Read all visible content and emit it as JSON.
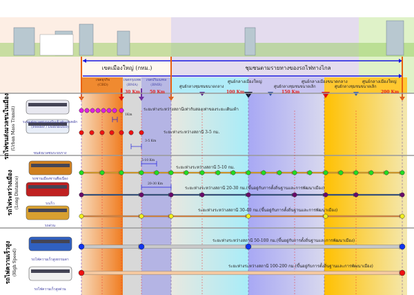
{
  "header": {
    "urban_zone": "เขตเมืองใหญ่ (กทม.)",
    "rural_zone": "ชุมชนตามรายทางของรถไฟทางไกล",
    "zones": [
      {
        "label": "เขตธุรกิจ",
        "sub": "(CBD)"
      },
      {
        "label": "เขตกรุงเทพ",
        "sub": "(BMA)"
      },
      {
        "label": "เขตปริมณฑล",
        "sub": "(BMR)"
      }
    ],
    "centers": [
      "ศูนย์กลางชุมชนขนาดกลาง",
      "ศูนย์กลางเมืองใหญ่",
      "ศูนย์กลางชุมชนขนาดเล็ก",
      "ศูนย์กลางเมืองขนาดกลาง",
      "ศูนย์กลางชุมชนขนาดเล็ก",
      "ศูนย์กลางเมืองใหญ่"
    ],
    "distances": [
      "30 Km",
      "50 Km",
      "100 Km",
      "150 Km",
      "200 Km"
    ]
  },
  "sections": [
    {
      "title": "รถไฟขนส่งมวลชนในเมือง",
      "subtitle": "(Urban Mass Transit)",
      "trains": [
        {
          "label": "ระบบส่งมวลชนรองรับเข้าสู่ระบบหลัก",
          "sub": "(Feeder / Distributor)"
        },
        {
          "label": "ขนส่งมวลชนระบบราง"
        }
      ]
    },
    {
      "title": "รถไฟระหว่างเมือง",
      "subtitle": "(Long Distance)",
      "trains": [
        {
          "label": "รถชานเมืองชานตือเนื่อง"
        },
        {
          "label": "รถเร็ว"
        },
        {
          "label": "รถด่วน"
        }
      ]
    },
    {
      "title": "รถไฟความเร็วสูง",
      "subtitle": "(High Speed)",
      "trains": [
        {
          "label": "รถไฟความเร็วสูงธรรมดา"
        },
        {
          "label": "รถไฟความเร็วสูงด่วน"
        }
      ]
    }
  ],
  "lines": [
    {
      "desc": "ระยะห่างระหว่างสถานีเท่ากับสองเท่าของระยะเดินเท้า",
      "spacing": "1Km",
      "color": "#e020e0"
    },
    {
      "desc": "ระยะห่างระหว่างสถานี 3-5 กม.",
      "spacing": "3-5 Km",
      "color": "#ee1111"
    },
    {
      "desc": "ระยะห่างระหว่างสถานี 5-10 กม.",
      "spacing": "5-10 Km",
      "color": "#22dd22"
    },
    {
      "desc": "ระยะห่างระหว่างสถานี 20-30 กม.(ขึ้นอยู่กับการตั้งถิ่นฐานและการพัฒนาเมือง)",
      "spacing": "20-30 Km",
      "color": "#6a0a6a"
    },
    {
      "desc": "ระยะห่างระหว่างสถานี 30-40 กม.(ขึ้นอยู่กับการตั้งถิ่นฐานและการพัฒนาเมือง)",
      "color": "#f0f020"
    },
    {
      "desc": "ระยะห่างระหว่างสถานี 50-100 กม.(ขึ้นอยู่กับการตั้งถิ่นฐานและการพัฒนาเมือง)",
      "color": "#1133ee"
    },
    {
      "desc": "ระยะห่างระหว่างสถานี 100-200 กม.(ขึ้นอยู่กับการตั้งถิ่นฐานและการพัฒนาเมือง)",
      "color": "#ee1111"
    }
  ]
}
